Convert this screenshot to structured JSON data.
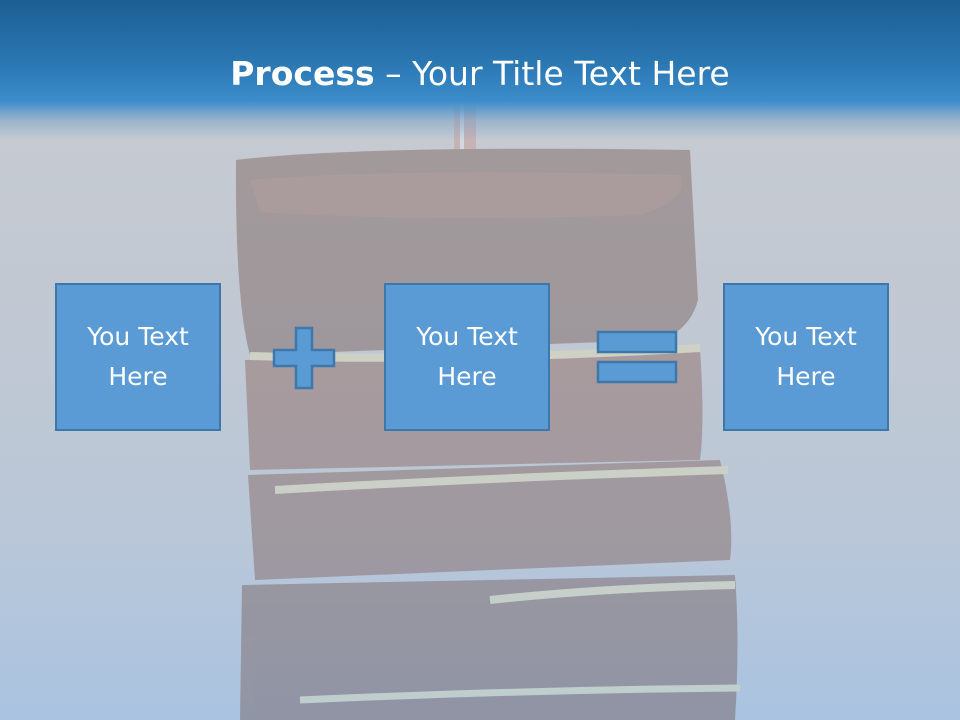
{
  "slide": {
    "title_bold": "Process",
    "title_rest": " – Your Title Text Here"
  },
  "boxes": [
    {
      "line1": "You Text",
      "line2": "Here"
    },
    {
      "line1": "You Text",
      "line2": "Here"
    },
    {
      "line1": "You Text",
      "line2": "Here"
    }
  ],
  "colors": {
    "header": "#2a77b2",
    "box_fill": "#5b9bd5",
    "box_border": "#3e77aa",
    "text": "#ffffff"
  },
  "icons": [
    "plus-sign-icon",
    "equals-sign-icon",
    "cake-background-image"
  ]
}
